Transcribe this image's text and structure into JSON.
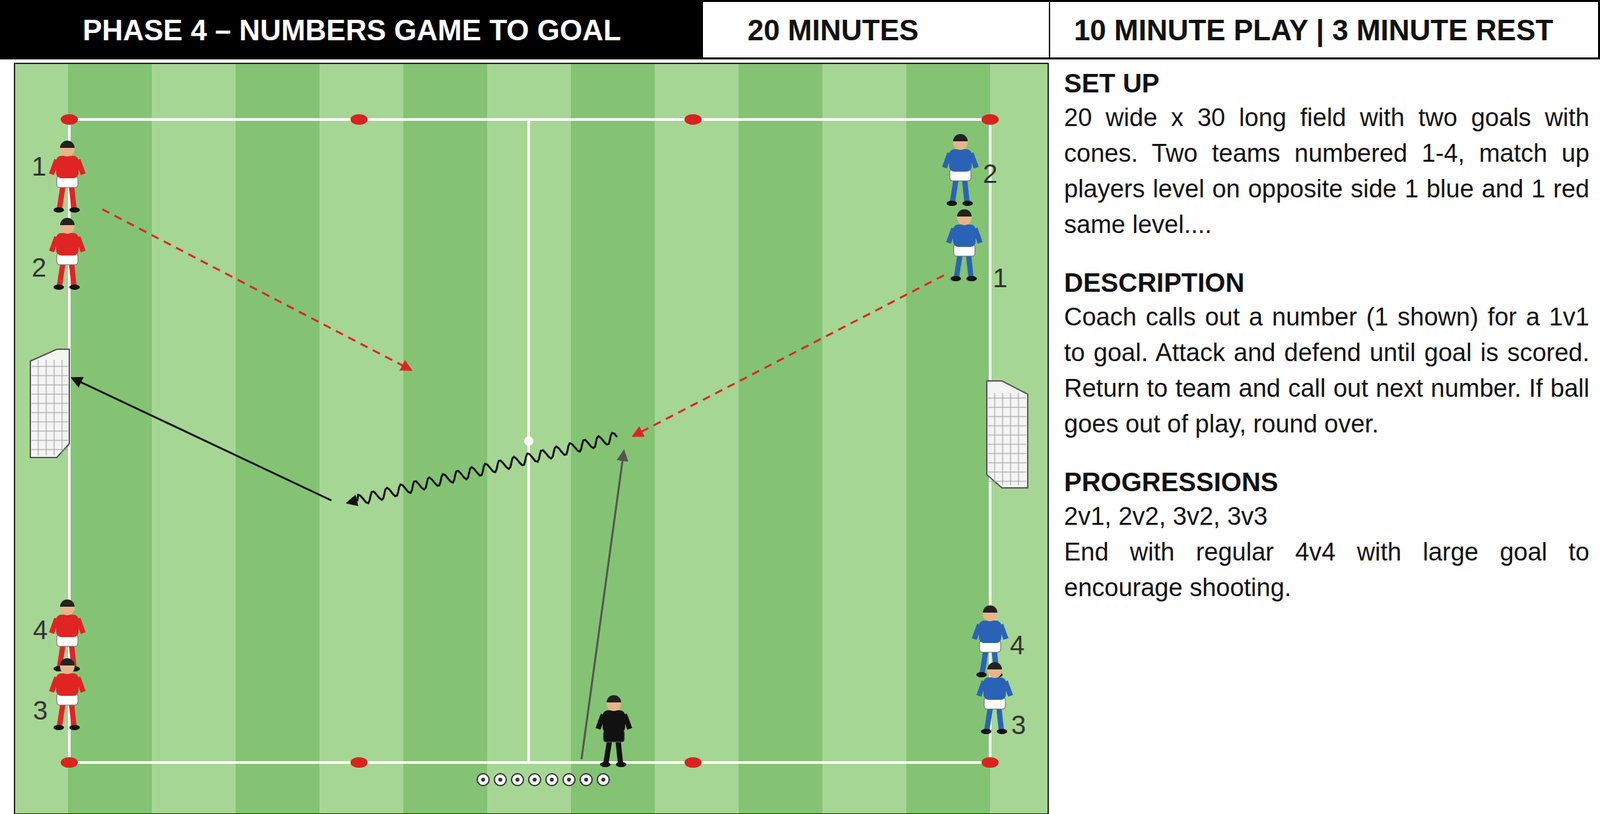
{
  "diagram": {
    "title": "PHASE 4 – NUMBERS GAME TO GOAL",
    "labels": [
      "20 MINUTES",
      "10 MINUTE PLAY | 3 MINUTE REST",
      "1",
      "2",
      "4",
      "3",
      "2",
      "1",
      "4",
      "3",
      "SET UP",
      "20 wide x 30 long field with two goals with cones. Two teams numbered 1-4, match up players level on opposite side 1 blue and 1 red same level....",
      "DESCRIPTION",
      "Coach calls out a number (1 shown) for a 1v1 to goal. Attack and defend until goal is scored. Return to team and call out next number. If ball goes out of play, round over.",
      "PROGRESSIONS",
      "2v1, 2v2, 3v2, 3v3",
      "End with regular 4v4 with large goal to encourage shooting."
    ]
  }
}
